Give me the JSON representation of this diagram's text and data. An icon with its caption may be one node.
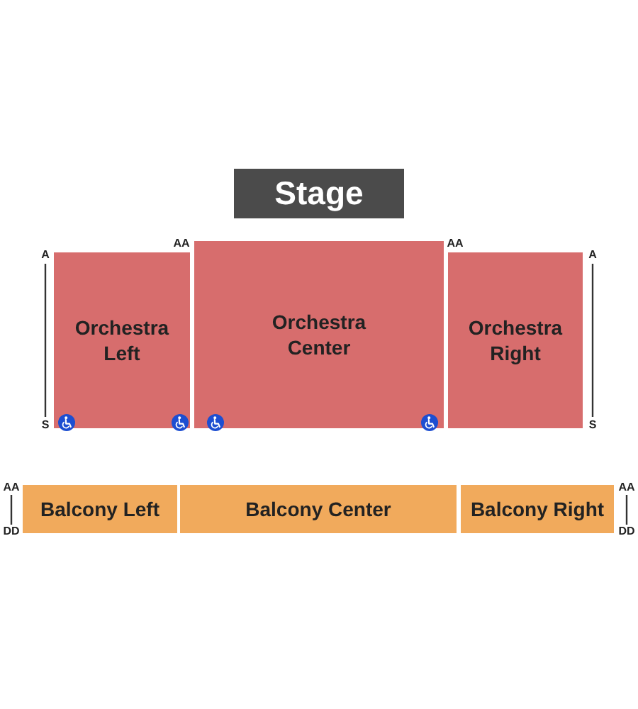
{
  "diagram": {
    "nodes": [
      {
        "text": [
          "Stage"
        ]
      },
      {
        "text": [
          "Orchestra Left"
        ]
      },
      {
        "text": [
          "Orchestra Center"
        ]
      },
      {
        "text": [
          "Orchestra Right"
        ]
      },
      {
        "text": [
          "Balcony Left"
        ]
      },
      {
        "text": [
          "Balcony Center"
        ]
      },
      {
        "text": [
          "Balcony Right"
        ]
      }
    ],
    "labels": [
      "AA",
      "AA",
      "A",
      "A",
      "S",
      "S",
      "AA",
      "AA",
      "DD",
      "DD"
    ]
  }
}
